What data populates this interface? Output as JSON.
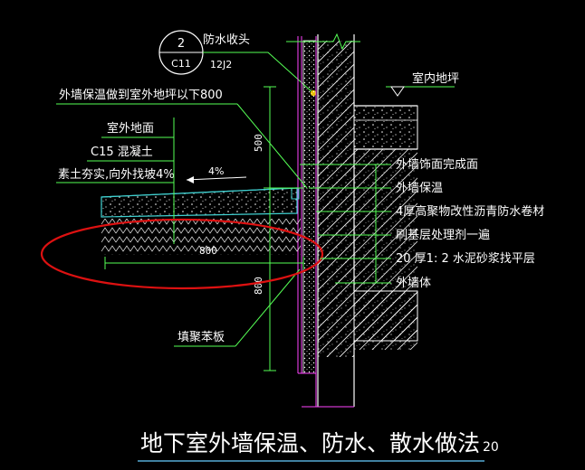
{
  "colors": {
    "background": "#000000",
    "leader": "#55ff55",
    "wall_line": "#ff44ff",
    "dimension": "#55ff55",
    "highlight_ellipse": "#dd1111",
    "text": "#ffffff",
    "title_underline": "#66ccff",
    "concrete_slab": "#40d0d0"
  },
  "detail_ref": {
    "number": "2",
    "sheet": "C11",
    "atlas": "12J2",
    "label": "防水收头"
  },
  "left_labels": {
    "insulation_note": "外墙保温做到室外地坪以下800",
    "outdoor_ground": "室外地面",
    "concrete": "C15  混凝土",
    "soil": "素土夯实,向外找坡4%",
    "slope": "4%",
    "board": "填聚苯板"
  },
  "right_labels": {
    "indoor_floor": "室内地坪",
    "layers": [
      "外墙饰面完成面",
      "外墙保温",
      "4厚高聚物改性沥青防水卷材",
      "刷基层处理剂一遍",
      "20 厚1: 2 水泥砂浆找平层",
      "外墙体"
    ]
  },
  "dimensions": {
    "upper": "500",
    "lower": "800",
    "horizontal": "800"
  },
  "title": {
    "text": "地下室外墙保温、防水、散水做法",
    "scale": "20"
  }
}
